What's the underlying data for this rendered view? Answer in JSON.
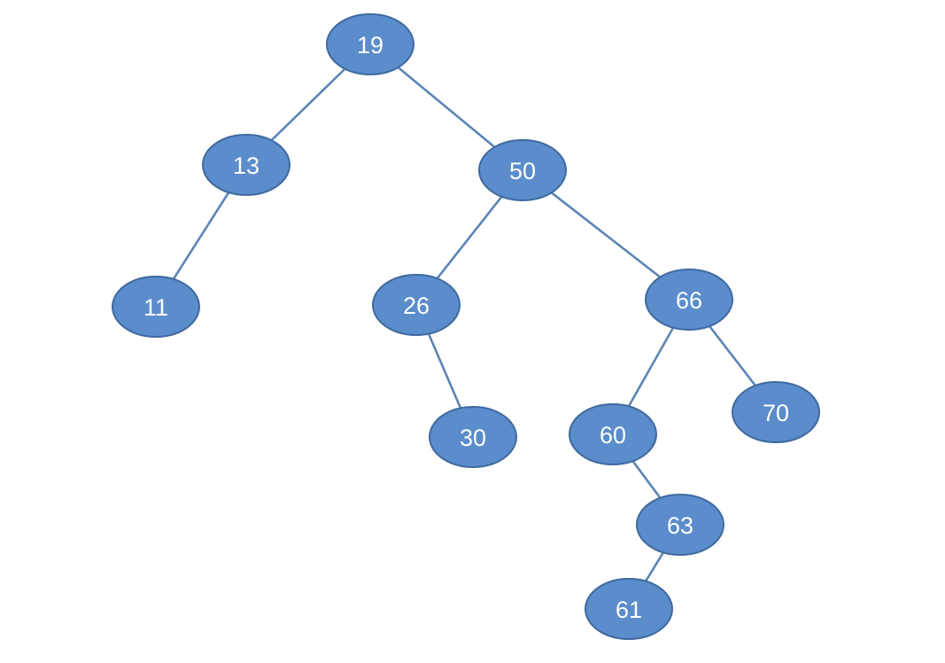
{
  "tree": {
    "nodes": [
      {
        "id": "n19",
        "label": "19"
      },
      {
        "id": "n13",
        "label": "13"
      },
      {
        "id": "n50",
        "label": "50"
      },
      {
        "id": "n11",
        "label": "11"
      },
      {
        "id": "n26",
        "label": "26"
      },
      {
        "id": "n66",
        "label": "66"
      },
      {
        "id": "n30",
        "label": "30"
      },
      {
        "id": "n60",
        "label": "60"
      },
      {
        "id": "n70",
        "label": "70"
      },
      {
        "id": "n63",
        "label": "63"
      },
      {
        "id": "n61",
        "label": "61"
      }
    ],
    "edges": [
      {
        "from": "n19",
        "to": "n13"
      },
      {
        "from": "n19",
        "to": "n50"
      },
      {
        "from": "n13",
        "to": "n11"
      },
      {
        "from": "n50",
        "to": "n26"
      },
      {
        "from": "n50",
        "to": "n66"
      },
      {
        "from": "n26",
        "to": "n30"
      },
      {
        "from": "n66",
        "to": "n60"
      },
      {
        "from": "n66",
        "to": "n70"
      },
      {
        "from": "n60",
        "to": "n63"
      },
      {
        "from": "n63",
        "to": "n61"
      }
    ]
  },
  "colors": {
    "node_fill": "#5b8ccb",
    "node_stroke": "#3f6a9e",
    "edge": "#5b85b5",
    "label": "#ffffff"
  }
}
